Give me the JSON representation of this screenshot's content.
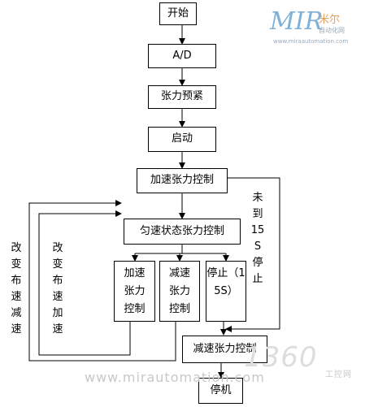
{
  "watermark": {
    "logo_text": "MIR",
    "logo_cn": "米尔",
    "logo_sub": "自动化网",
    "url_small": "www.miraautomation.com",
    "url_large": "www.mirautomation.com",
    "brand2": "1360",
    "brand2_sub": "工控网"
  },
  "nodes": {
    "start": "开始",
    "ad": "A/D",
    "pretension": "张力预紧",
    "launch": "启动",
    "accel": "加速张力控制",
    "uniform": "匀速状态张力控制",
    "accel_small": "加速\n张力\n控制",
    "decel_small": "减速\n张力\n控制",
    "stop15": "停止（1\n5S）",
    "decel": "减速张力控制",
    "halt": "停机"
  },
  "labels": {
    "change_decel": "改\n变\n布\n速\n减\n速",
    "change_accel": "改\n变\n布\n速\n加\n速",
    "not_15s": "未\n到\n15\nS\n停\n止"
  },
  "colors": {
    "line": "#000000",
    "watermark": "#c8c8c8",
    "logo_accent": "#7fb0d6"
  }
}
